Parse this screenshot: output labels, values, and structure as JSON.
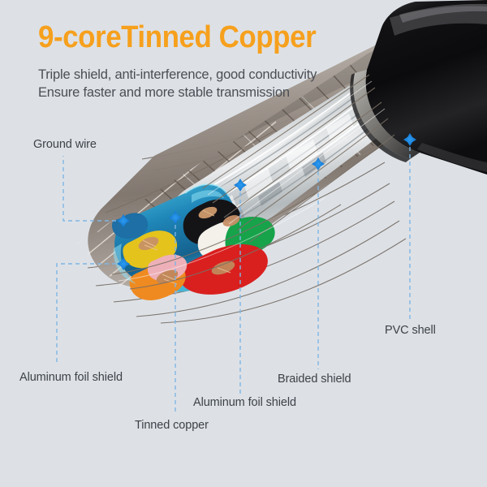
{
  "page": {
    "background_color": "#dde1e6",
    "accent_color": "#f6a01d",
    "leader_color": "#7fb6e4",
    "marker_color": "#1f8ae0",
    "text_color": "#3d4248"
  },
  "header": {
    "title": "9-coreTinned Copper",
    "subtitle_line1": "Triple shield, anti-interference, good conductivity",
    "subtitle_line2": "Ensure faster and more stable transmission"
  },
  "callouts": [
    {
      "id": "ground-wire",
      "label": "Ground wire"
    },
    {
      "id": "aluminum-foil-left",
      "label": "Aluminum foil shield"
    },
    {
      "id": "tinned-copper",
      "label": "Tinned copper"
    },
    {
      "id": "aluminum-foil-center",
      "label": "Aluminum foil shield"
    },
    {
      "id": "braided-shield",
      "label": "Braided shield"
    },
    {
      "id": "pvc-shell",
      "label": "PVC shell"
    }
  ],
  "product": {
    "core_count": "9-core",
    "conductor_material": "Tinned Copper",
    "shield_layers": [
      "Aluminum foil shield",
      "Braided shield",
      "Aluminum foil shield"
    ],
    "jacket": "PVC shell",
    "inner_conductor_colors": [
      "#1f7fa8",
      "#e8c21c",
      "#f2f0ea",
      "#17a34a",
      "#d81f26",
      "#ef8421",
      "#eda9b4",
      "#1b1b1d"
    ]
  }
}
